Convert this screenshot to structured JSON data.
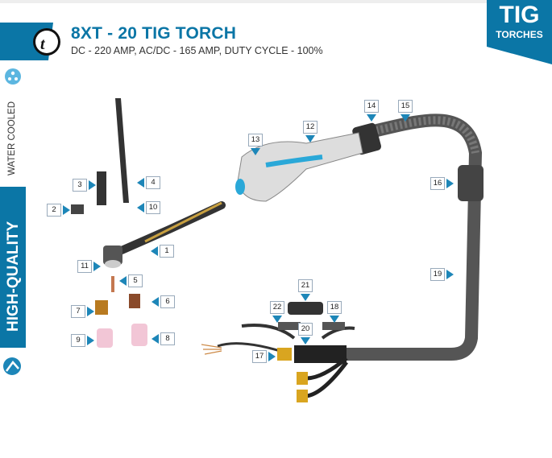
{
  "header": {
    "title": "8XT - 20 TIG TORCH",
    "subtitle": "DC - 220 AMP, AC/DC - 165 AMP, DUTY CYCLE - 100%"
  },
  "badge": {
    "line1": "TIG",
    "line2": "TORCHES"
  },
  "sidebar": {
    "water_cooled": "WATER COOLED",
    "high_quality": "HIGH-QUALITY"
  },
  "colors": {
    "brand": "#0b76a6",
    "arrow": "#1d86b8"
  },
  "parts": [
    "1",
    "2",
    "3",
    "4",
    "5",
    "6",
    "7",
    "8",
    "9",
    "10",
    "11",
    "12",
    "13",
    "14",
    "15",
    "16",
    "17",
    "18",
    "19",
    "20",
    "21",
    "22"
  ]
}
